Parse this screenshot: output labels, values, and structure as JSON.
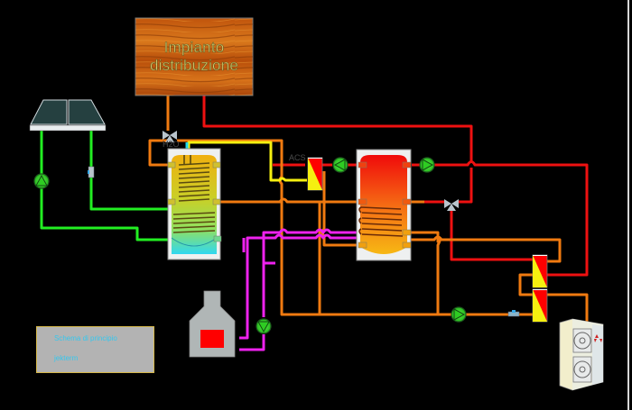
{
  "diagram": {
    "title_lines": [
      "Impianto",
      "distribuzione"
    ],
    "labels": {
      "h2o": "H2O",
      "acs": "ACS"
    },
    "legend": {
      "line1": "Schema di principio",
      "line2": "jekterm"
    },
    "components": [
      {
        "id": "distribution-plant",
        "name": "Impianto distribuzione"
      },
      {
        "id": "solar-collector",
        "name": "Solar collector"
      },
      {
        "id": "solar-tank",
        "name": "Solar storage tank (double coil)"
      },
      {
        "id": "puffer-tank",
        "name": "Buffer tank (single coil)"
      },
      {
        "id": "fireplace",
        "name": "Wood fireplace / stove"
      },
      {
        "id": "heat-pump",
        "name": "Outdoor heat pump unit"
      },
      {
        "id": "acs-exchanger",
        "name": "ACS plate heat exchanger"
      },
      {
        "id": "hp-exchanger-top",
        "name": "Heat pump plate exchanger (upper)"
      },
      {
        "id": "hp-exchanger-bottom",
        "name": "Heat pump plate exchanger (lower)"
      }
    ],
    "pipe_colors": {
      "solar": "#22ee22",
      "hot_primary": "#ee1111",
      "warm": "#f07a10",
      "sanitary": "#f5f010",
      "cold_water": "#20d8ee",
      "fireplace": "#ee22ee"
    }
  }
}
